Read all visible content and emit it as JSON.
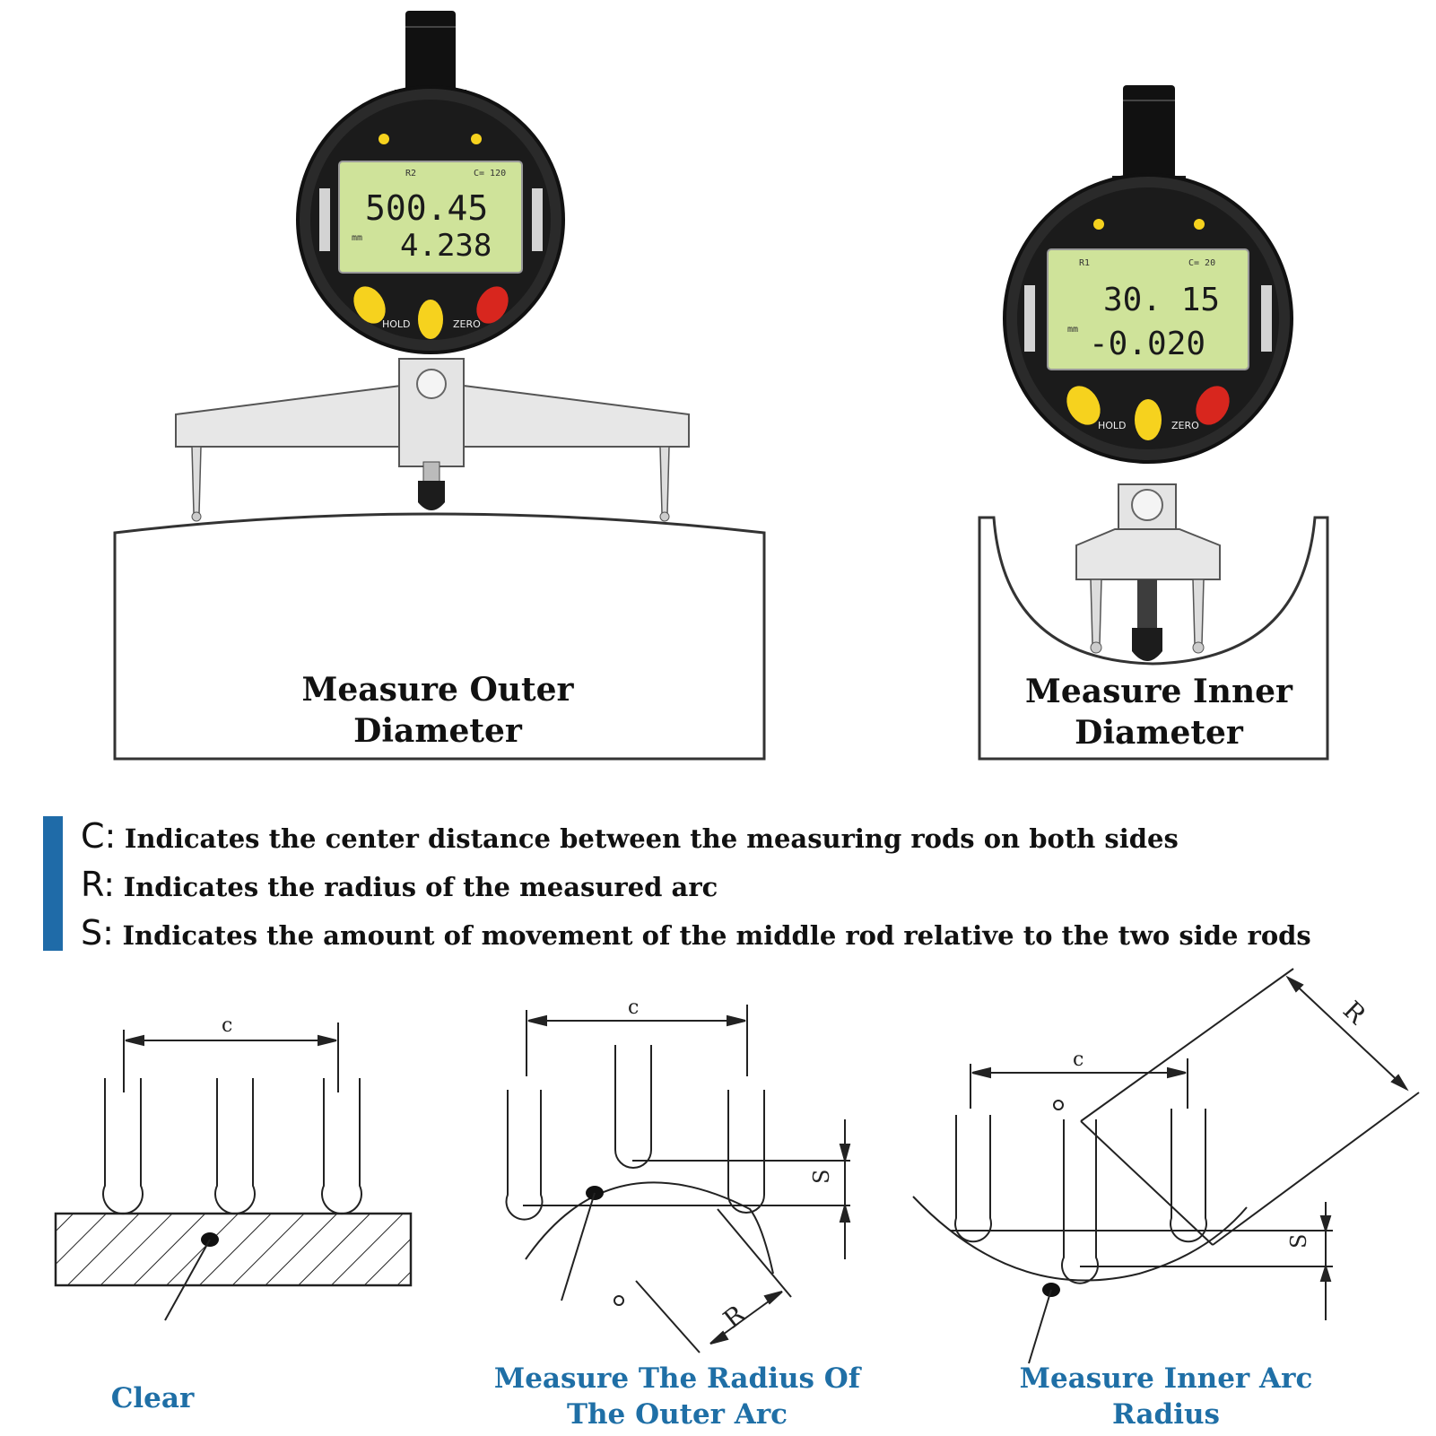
{
  "gauges": {
    "outer": {
      "top_labels": [
        "R2",
        "C= 120"
      ],
      "main_value": "500.45",
      "unit": "mm",
      "sub_value": "4.238",
      "buttons": [
        "HOLD",
        "ZERO"
      ]
    },
    "inner": {
      "top_labels": [
        "R1",
        "C= 20"
      ],
      "main_value": "30. 15",
      "unit": "mm",
      "sub_value": "-0.020",
      "buttons": [
        "HOLD",
        "ZERO"
      ]
    }
  },
  "captions": {
    "outer": [
      "Measure Outer",
      "Diameter"
    ],
    "inner": [
      "Measure Inner",
      "Diameter"
    ]
  },
  "legend": {
    "accent_color": "#1f6ba8",
    "items": [
      {
        "key": "C",
        "sep": ":",
        "text": "Indicates the center distance between the measuring rods on both sides"
      },
      {
        "key": "R",
        "sep": ":",
        "text": "Indicates the radius of the measured arc"
      },
      {
        "key": "S",
        "sep": ":",
        "text": "Indicates the amount of movement of the middle rod relative to the two side rods"
      }
    ]
  },
  "diagrams": {
    "flat": {
      "dim_c": "c",
      "caption": [
        "Clear"
      ]
    },
    "outer_arc": {
      "dim_c": "c",
      "dim_s": "S",
      "dim_r": "R",
      "center": "o",
      "caption": [
        "Measure The Radius Of",
        "The Outer Arc"
      ]
    },
    "inner_arc": {
      "dim_c": "c",
      "dim_s": "S",
      "dim_r": "R",
      "center": "o",
      "caption": [
        "Measure Inner Arc",
        "Radius"
      ]
    }
  },
  "colors": {
    "caption_blue": "#1f6fa6",
    "lcd": "#cfe39a",
    "button_yellow": "#f6d21e",
    "button_red": "#d8261e"
  }
}
